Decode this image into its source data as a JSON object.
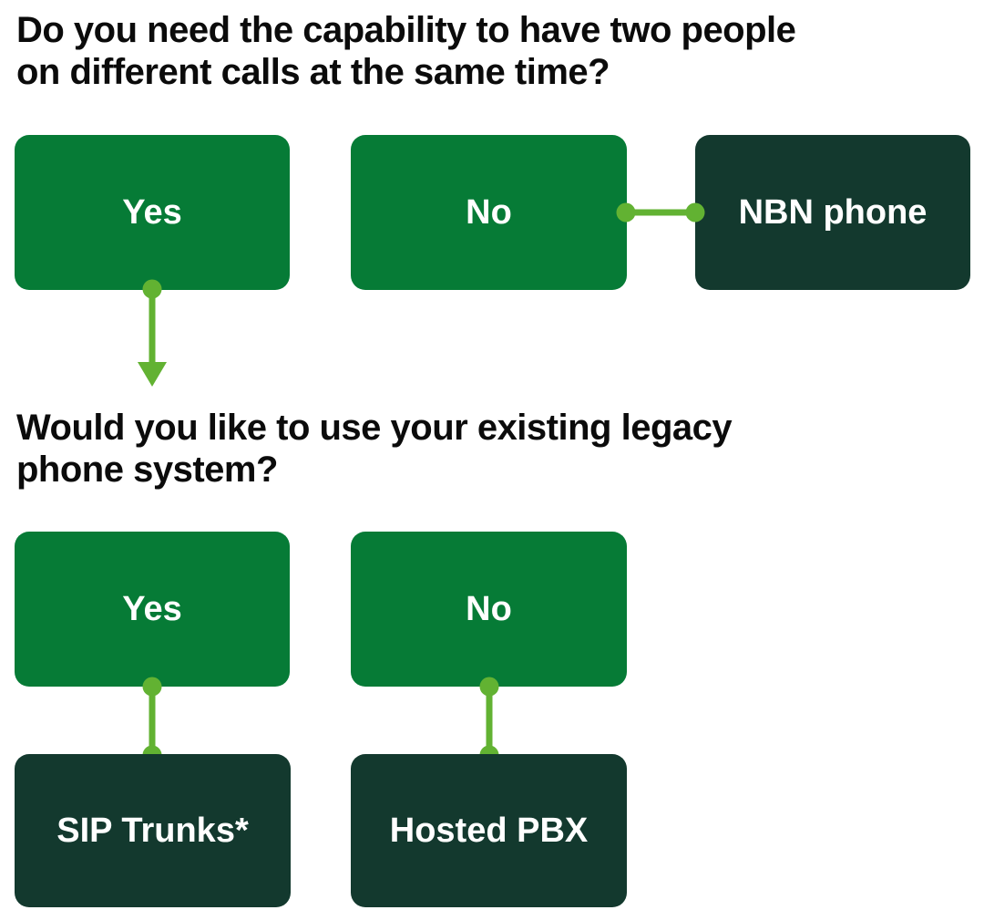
{
  "colors": {
    "option-green": "#067B36",
    "result-dark": "#13392E",
    "connector-green": "#62B232",
    "heading-text": "#0B0B0B",
    "box-text": "#FFFFFF"
  },
  "flowchart": {
    "question1": {
      "line1": "Do you need the capability to have two people",
      "line2": "on different calls at the same time?"
    },
    "q1": {
      "yes_label": "Yes",
      "no_label": "No",
      "no_result": "NBN phone"
    },
    "question2": {
      "line1": "Would you like to use your existing legacy",
      "line2": "phone system?"
    },
    "q2": {
      "yes_label": "Yes",
      "no_label": "No",
      "yes_result": "SIP Trunks*",
      "no_result": "Hosted PBX"
    }
  }
}
